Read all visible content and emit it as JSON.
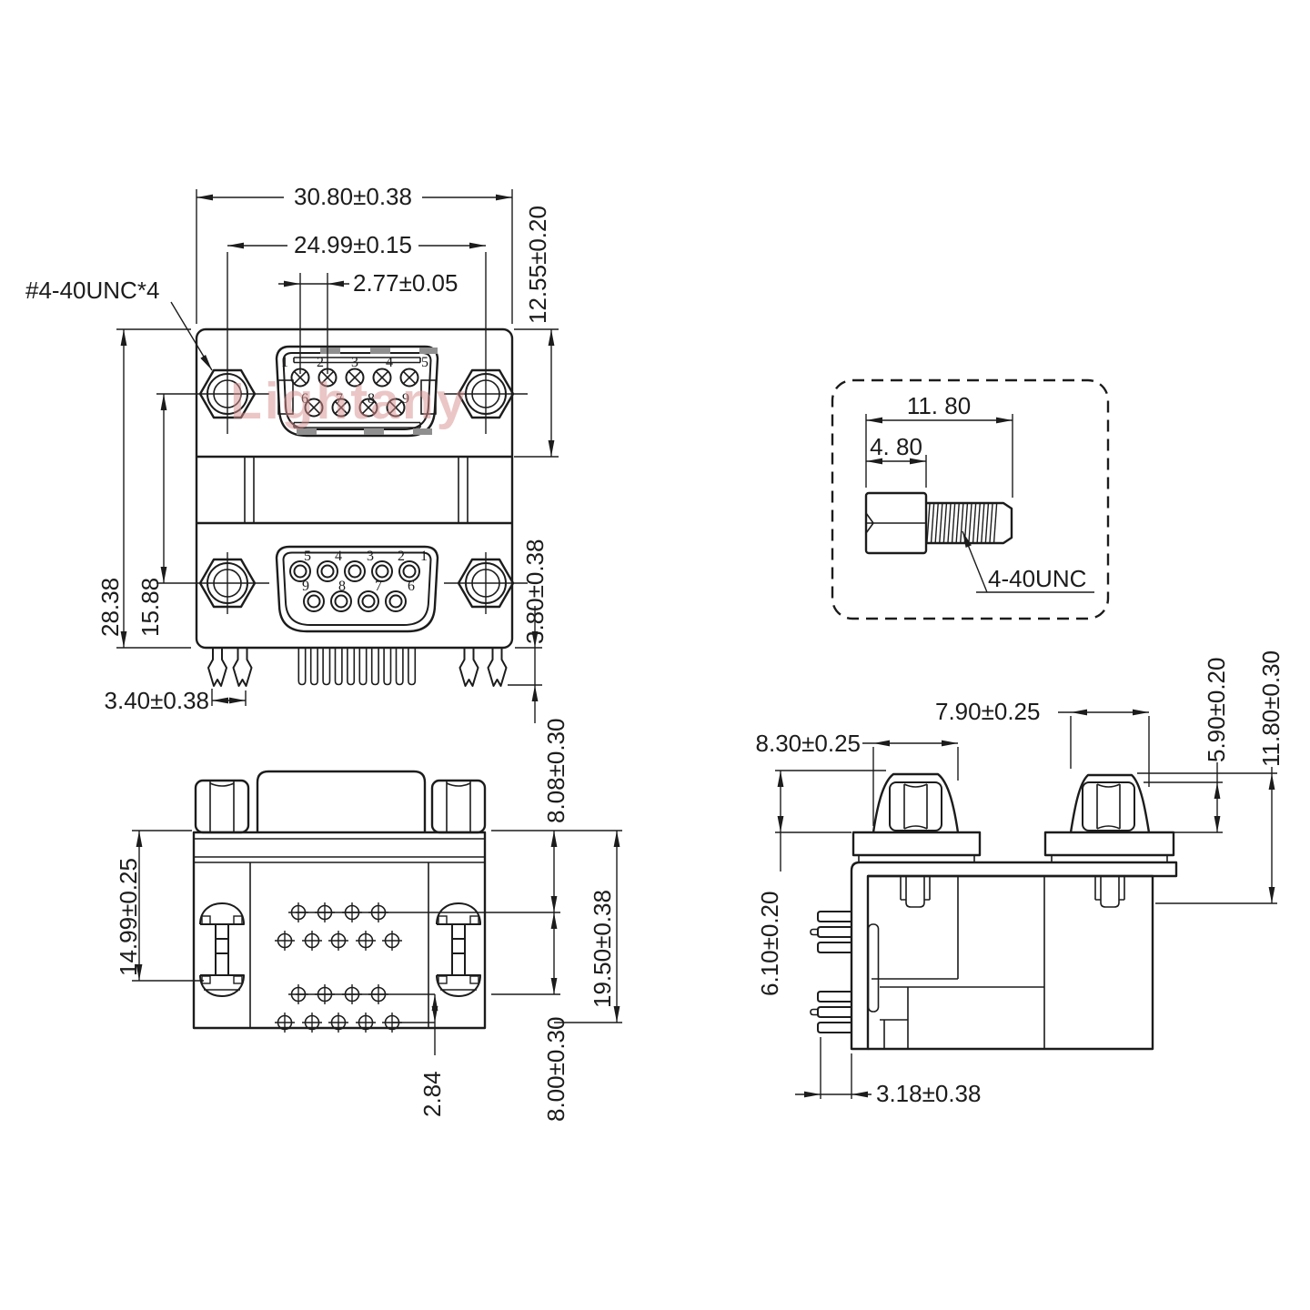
{
  "watermark": "Lightany",
  "views": {
    "front": {
      "thread_callout": "#4-40UNC*4",
      "dim_overall_width": "30.80±0.38",
      "dim_screw_spacing": "24.99±0.15",
      "dim_pin_pitch": "2.77±0.05",
      "dim_upper_height": "12.55±0.20",
      "dim_overall_height": "28.38",
      "dim_port_spacing": "15.88",
      "dim_leg_width": "3.40±0.38",
      "dim_leg_length": "3.80±0.38",
      "upper_port_pin_numbers": [
        "1",
        "2",
        "3",
        "4",
        "5",
        "6",
        "7",
        "8",
        "9"
      ],
      "lower_port_pin_numbers": [
        "5",
        "4",
        "3",
        "2",
        "1",
        "9",
        "8",
        "7",
        "6"
      ]
    },
    "screw_detail": {
      "dim_total_length": "11. 80",
      "dim_head_length": "4. 80",
      "thread_label": "4-40UNC"
    },
    "bottom": {
      "dim_lock_offset": "14.99±0.25",
      "dim_first_row_offset": "8.08±0.30",
      "dim_row_span": "8.00±0.30",
      "dim_total_span": "19.50±0.38",
      "dim_row_pitch": "2.84"
    },
    "side": {
      "dim_left_lock_width": "8.30±0.25",
      "dim_right_lock_width": "7.90±0.25",
      "dim_lock_height": "6.10±0.20",
      "dim_nut_height": "5.90±0.20",
      "dim_screwlock_length": "11.80±0.30",
      "dim_pin_setback": "3.18±0.38"
    }
  }
}
